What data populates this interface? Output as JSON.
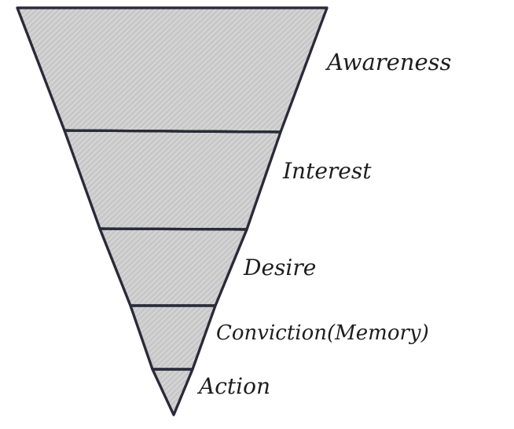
{
  "diagram": {
    "type": "inverted-funnel",
    "fill_color": "#c8c8c8",
    "stroke_color": "#2a2a3a",
    "stages": [
      {
        "label": "Awareness"
      },
      {
        "label": "Interest"
      },
      {
        "label": "Desire"
      },
      {
        "label": "Conviction(Memory)"
      },
      {
        "label": "Action"
      }
    ]
  }
}
